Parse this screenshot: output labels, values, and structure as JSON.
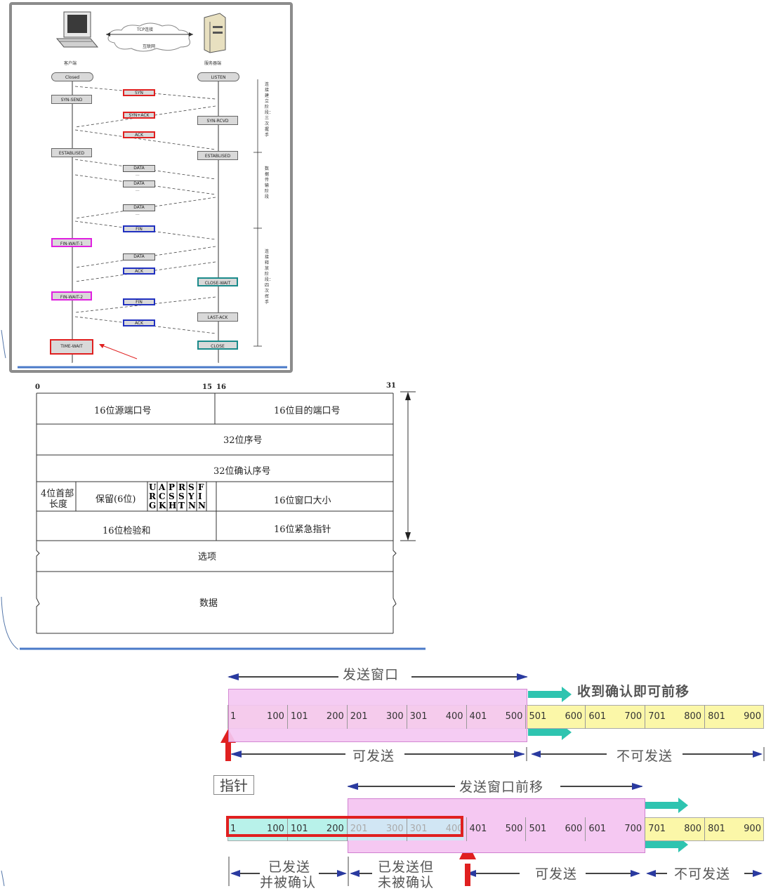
{
  "tcp_flow": {
    "top_arrow": "TCP连接",
    "network": "互联网",
    "client": "客户端",
    "server": "服务器端",
    "client_states": [
      "Closed",
      "SYN-SEND",
      "ESTABLISED",
      "FIN-WAIT-1",
      "FIN-WAIT-2",
      "TIME-WAIT"
    ],
    "server_states": [
      "LISTEN",
      "SYN-RCVD",
      "ESTABLISED",
      "CLOSE-WAIT",
      "LAST-ACK",
      "CLOSE"
    ],
    "messages": [
      "SYN",
      "SYN+ACK",
      "ACK",
      "DATA",
      "...",
      "DATA",
      "...",
      "DATA",
      "...",
      "FIN",
      "DATA",
      "ACK",
      "FIN",
      "ACK"
    ],
    "phases": [
      "连接建立阶段：三次握手",
      "数据传输阶段",
      "连接释放阶段：四次挥手"
    ]
  },
  "tcp_header": {
    "bits": [
      "0",
      "15",
      "16",
      "31"
    ],
    "src_port": "16位源端口号",
    "dst_port": "16位目的端口号",
    "seq": "32位序号",
    "ack_seq": "32位确认序号",
    "hdr_len": [
      "4位首部",
      "长度"
    ],
    "reserved": "保留(6位)",
    "flags": [
      [
        "U",
        "R",
        "G"
      ],
      [
        "A",
        "C",
        "K"
      ],
      [
        "P",
        "S",
        "H"
      ],
      [
        "R",
        "S",
        "T"
      ],
      [
        "S",
        "Y",
        "N"
      ],
      [
        "F",
        "I",
        "N"
      ]
    ],
    "window": "16位窗口大小",
    "checksum": "16位检验和",
    "urgent": "16位紧急指针",
    "options": "选项",
    "data": "数据"
  },
  "sliding_window": {
    "send_window": "发送窗口",
    "move_on_ack": "收到确认即可前移",
    "sendable": "可发送",
    "not_sendable": "不可发送",
    "pointer": "指针",
    "window_moved": "发送窗口前移",
    "sent_acked": [
      "已发送",
      "并被确认"
    ],
    "sent_unacked": [
      "已发送但",
      "未被确认"
    ],
    "row1": [
      "1",
      "100",
      "101",
      "200",
      "201",
      "300",
      "301",
      "400",
      "401",
      "500",
      "501",
      "600",
      "601",
      "700",
      "701",
      "800",
      "801",
      "900"
    ],
    "row2": [
      "1",
      "100",
      "101",
      "200",
      "201",
      "300",
      "301",
      "400",
      "401",
      "500",
      "501",
      "600",
      "601",
      "700",
      "701",
      "800",
      "801",
      "900"
    ],
    "colors": {
      "window": "#f5c8f2",
      "unsent": "#fbf7a8",
      "acked": "#b8f2ea",
      "arrow": "#2ec4b0",
      "red": "#e02020"
    }
  }
}
